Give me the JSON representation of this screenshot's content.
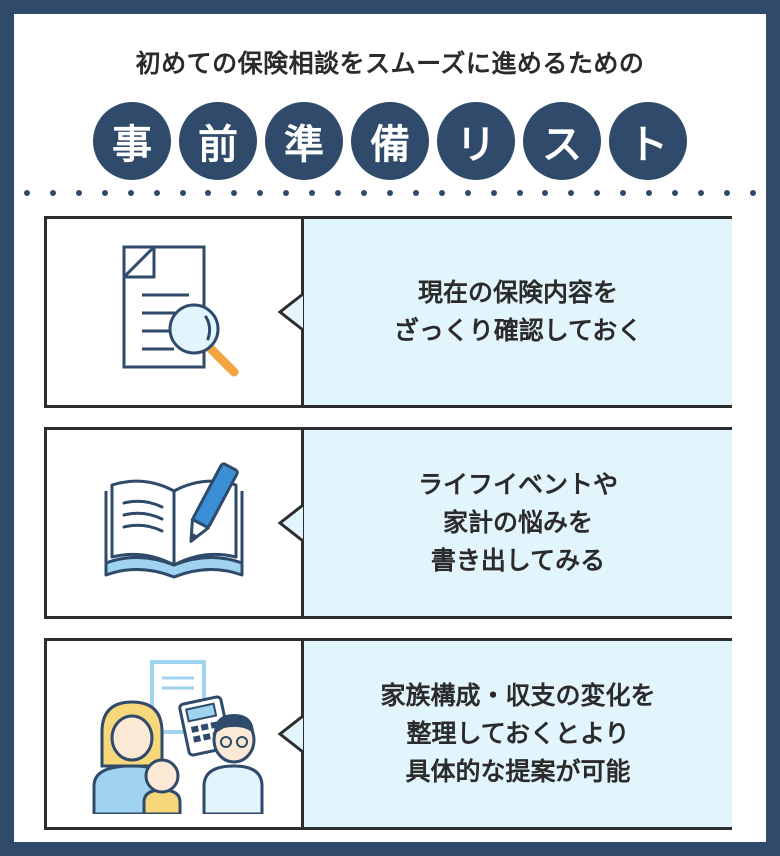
{
  "header": {
    "subtitle": "初めての保険相談をスムーズに進めるための",
    "title_chars": [
      "事",
      "前",
      "準",
      "備",
      "リ",
      "ス",
      "ト"
    ]
  },
  "items": [
    {
      "icon": "document-magnifier-icon",
      "lines": [
        "現在の保険内容を",
        "ざっくり確認しておく"
      ]
    },
    {
      "icon": "open-book-pen-icon",
      "lines": [
        "ライフイベントや",
        "家計の悩みを",
        "書き出してみる"
      ]
    },
    {
      "icon": "family-calculator-icon",
      "lines": [
        "家族構成・収支の変化を",
        "整理しておくとより",
        "具体的な提案が可能"
      ]
    }
  ],
  "colors": {
    "navy": "#2f4a6a",
    "light_blue": "#e2f4fc",
    "accent_orange": "#f2a541",
    "pen_blue": "#3a8fd6"
  }
}
